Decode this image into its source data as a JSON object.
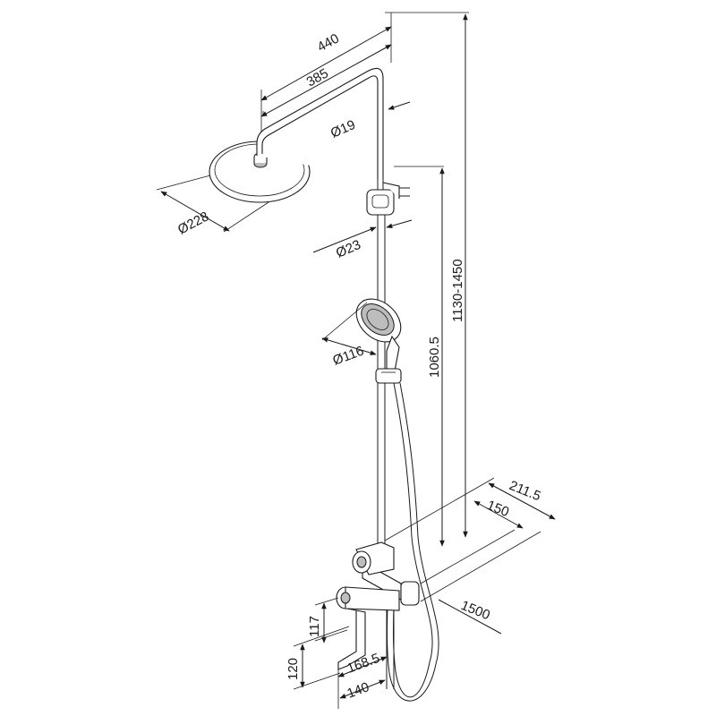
{
  "dimensions": {
    "arm_length": "440",
    "arm_reach": "385",
    "arm_tube_diameter": "Ø19",
    "head_diameter": "Ø228",
    "riser_diameter": "Ø23",
    "hand_shower_diameter": "Ø116",
    "riser_height": "1130-1450",
    "holder_height": "1060.5",
    "mixer_depth": "211.5",
    "center_distance": "150",
    "hose_length": "1500",
    "spout_height": "117",
    "mixer_drop": "120",
    "spout_reach": "168.5",
    "spout_offset": "140"
  },
  "colors": {
    "line": "#1a1a1a",
    "shading": "#bdbdbd",
    "background": "#ffffff"
  }
}
